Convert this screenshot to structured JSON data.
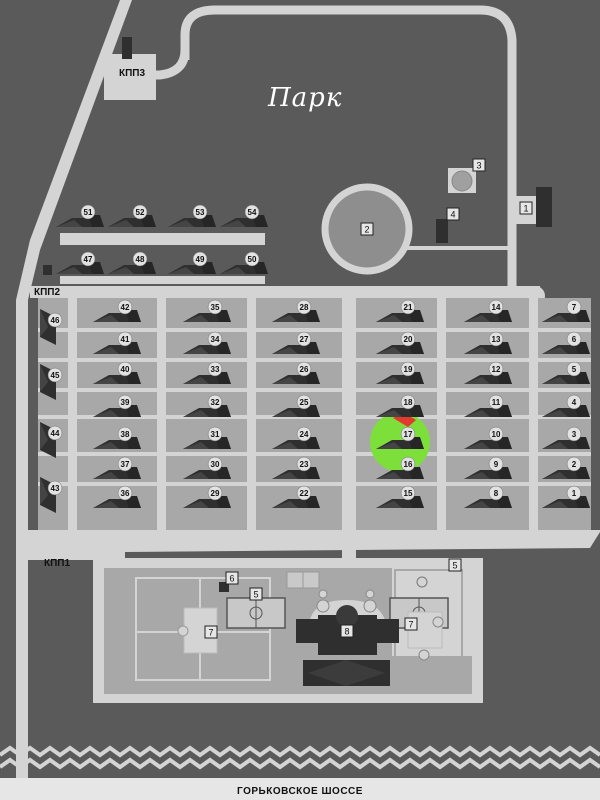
{
  "park_label": "Парк",
  "highway_label": "ГОРЬКОВСКОЕ ШОССЕ",
  "checkpoints": {
    "kpp1": "КПП1",
    "kpp2": "КПП2",
    "kpp3": "КПП3"
  },
  "facilities": [
    "1",
    "2",
    "3",
    "4",
    "5",
    "5",
    "6",
    "7",
    "7",
    "8"
  ],
  "houses": [
    "1",
    "2",
    "3",
    "4",
    "5",
    "6",
    "7",
    "8",
    "9",
    "10",
    "11",
    "12",
    "13",
    "14",
    "15",
    "16",
    "17",
    "18",
    "19",
    "20",
    "21",
    "22",
    "23",
    "24",
    "25",
    "26",
    "27",
    "28",
    "29",
    "30",
    "31",
    "32",
    "33",
    "34",
    "35",
    "36",
    "37",
    "38",
    "39",
    "40",
    "41",
    "42",
    "43",
    "44",
    "45",
    "46",
    "47",
    "48",
    "49",
    "50",
    "51",
    "52",
    "53",
    "54"
  ],
  "highlighted_house": "17",
  "colors": {
    "background": "#5a5a5a",
    "road": "#d4d4d4",
    "plot": "#a8a8a8",
    "house_dark": "#2f2f2f",
    "highlight": "#7de03a",
    "highlight_marker": "#e23b2e"
  }
}
